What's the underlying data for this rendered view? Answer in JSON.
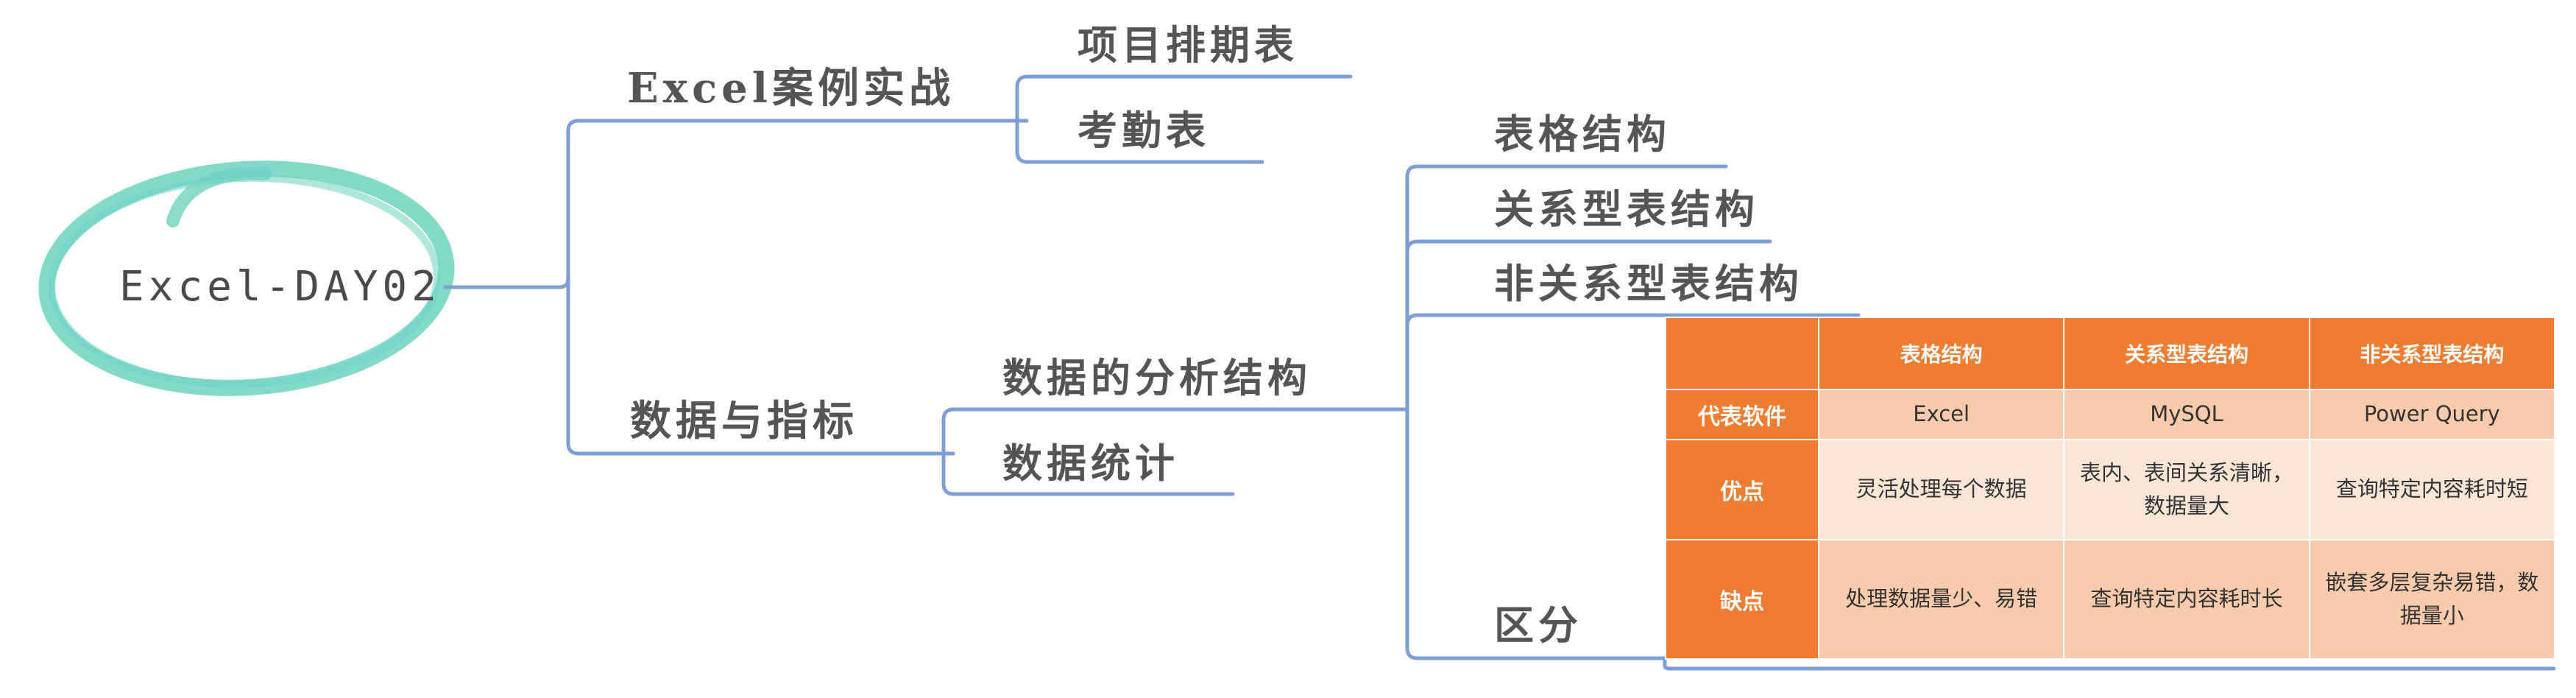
{
  "root": {
    "label": "Excel-DAY02"
  },
  "branches": [
    {
      "label": "Excel案例实战",
      "children": [
        {
          "label": "项目排期表"
        },
        {
          "label": "考勤表"
        }
      ]
    },
    {
      "label": "数据与指标",
      "children": [
        {
          "label": "数据的分析结构",
          "children": [
            {
              "label": "表格结构"
            },
            {
              "label": "关系型表结构"
            },
            {
              "label": "非关系型表结构"
            },
            {
              "label": "区分"
            }
          ]
        },
        {
          "label": "数据统计"
        }
      ]
    }
  ],
  "comparison_table": {
    "header": [
      "",
      "表格结构",
      "关系型表结构",
      "非关系型表结构"
    ],
    "rows": [
      {
        "label": "代表软件",
        "cells": [
          "Excel",
          "MySQL",
          "Power Query"
        ]
      },
      {
        "label": "优点",
        "cells": [
          "灵活处理每个数据",
          "表内、表间关系清晰，数据量大",
          "查询特定内容耗时短"
        ]
      },
      {
        "label": "缺点",
        "cells": [
          "处理数据量少、易错",
          "查询特定内容耗时长",
          "嵌套多层复杂易错，数据量小"
        ]
      }
    ]
  },
  "colors": {
    "connector": "#7f9ed6",
    "root_ring": "#6fd3bf",
    "node_text": "#555555",
    "table_header": "#ed7d31",
    "table_row_dark": "#f8cbad",
    "table_row_light": "#fbe5d6"
  }
}
